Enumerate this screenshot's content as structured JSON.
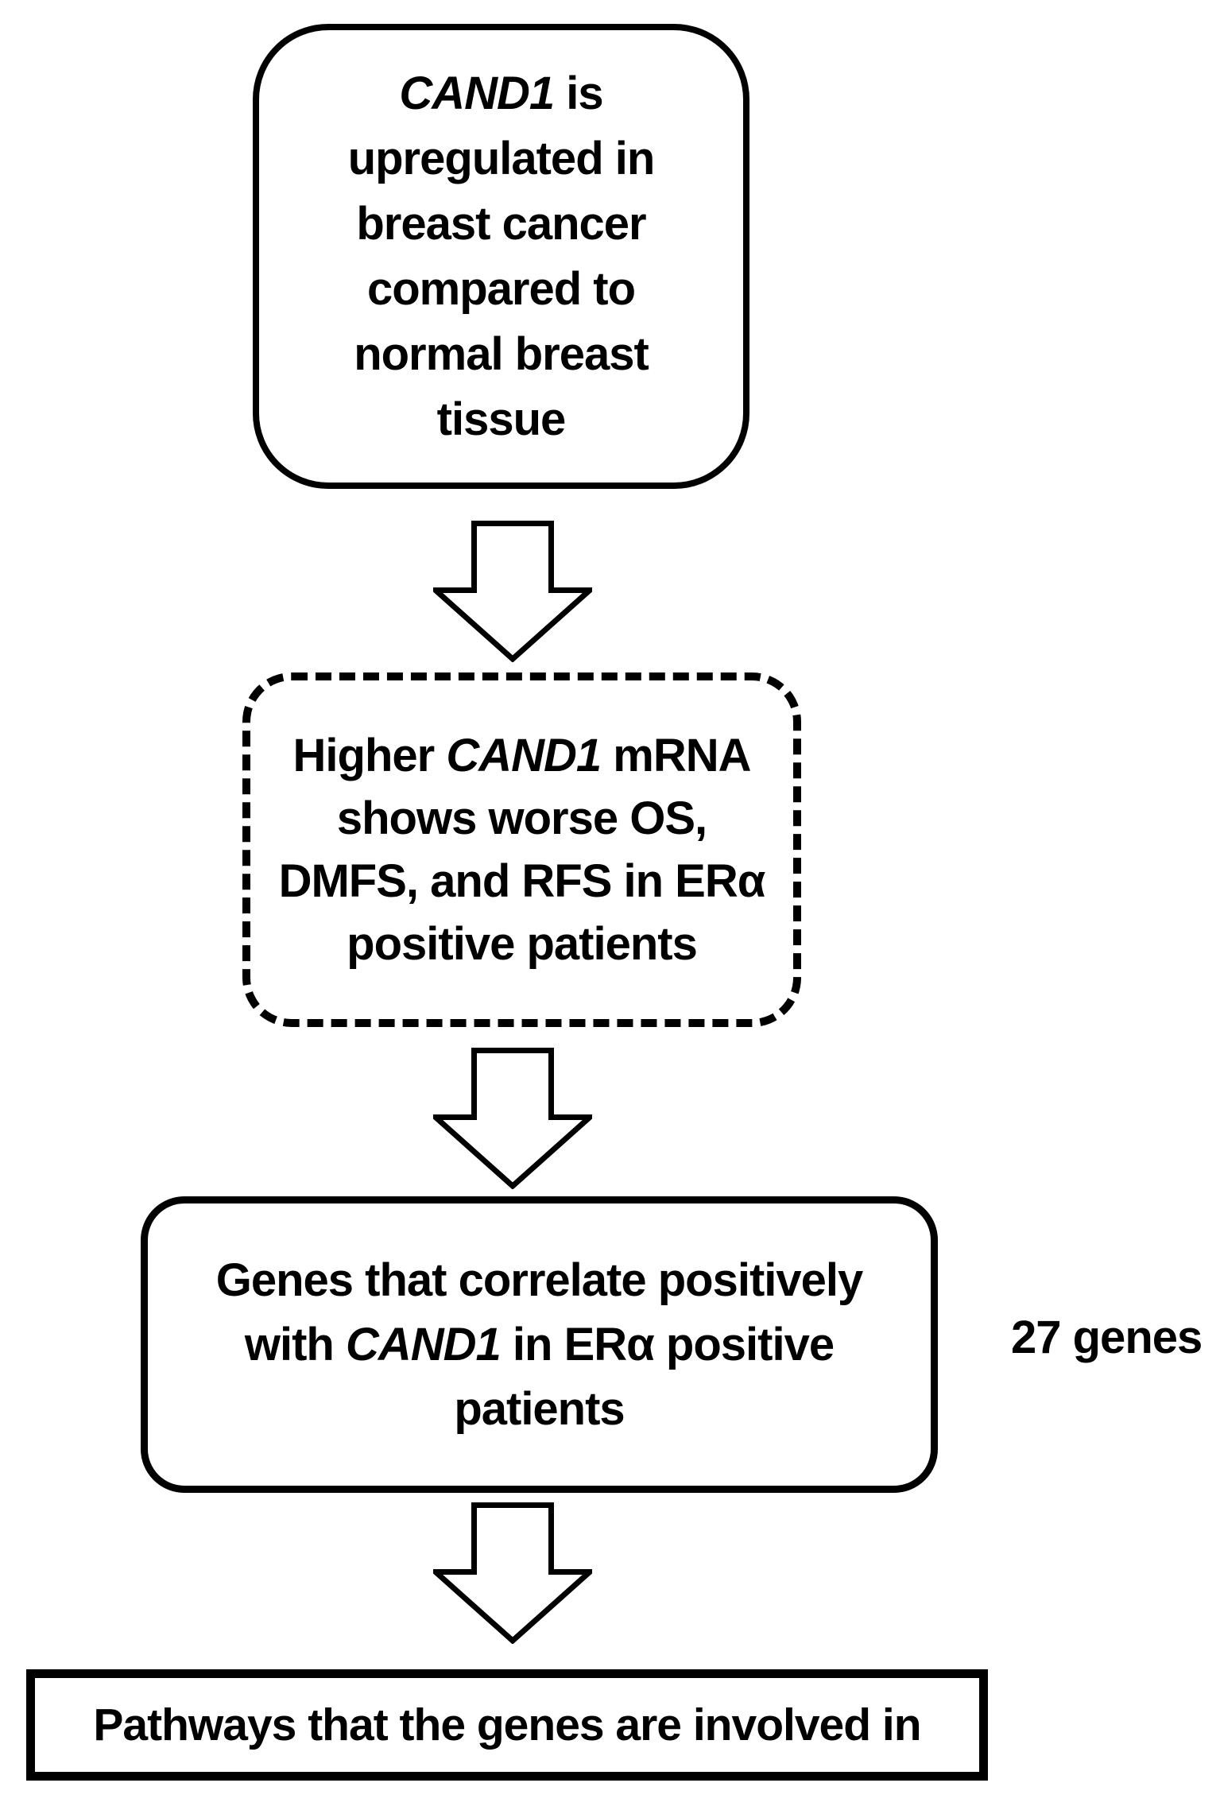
{
  "diagram": {
    "type": "flowchart",
    "direction": "top-to-bottom",
    "colors": {
      "stroke": "#000000",
      "background": "#ffffff",
      "text": "#000000"
    },
    "icons": {
      "down_arrow_icon": "hollow-block-down-arrow"
    },
    "nodes": {
      "box1": {
        "shape": "rounded-rectangle-solid",
        "gene": "CAND1",
        "line1_rest": " is",
        "line2": "upregulated in",
        "line3": "breast cancer",
        "line4": "compared to",
        "line5": "normal breast",
        "line6": "tissue"
      },
      "box2": {
        "shape": "rounded-rectangle-dashed",
        "line1_pre": "Higher ",
        "gene": "CAND1",
        "line1_post": " mRNA",
        "line2": "shows worse OS,",
        "line3": "DMFS, and RFS in ERα",
        "line4": "positive patients"
      },
      "box3": {
        "shape": "rounded-rectangle-solid",
        "line1": "Genes that correlate positively",
        "line2_pre": "with ",
        "gene": "CAND1",
        "line2_post": " in ERα positive",
        "line3": "patients"
      },
      "box4": {
        "shape": "rectangle-solid",
        "text": "Pathways that the genes are involved in"
      }
    },
    "annotation": {
      "text": "27 genes"
    }
  }
}
